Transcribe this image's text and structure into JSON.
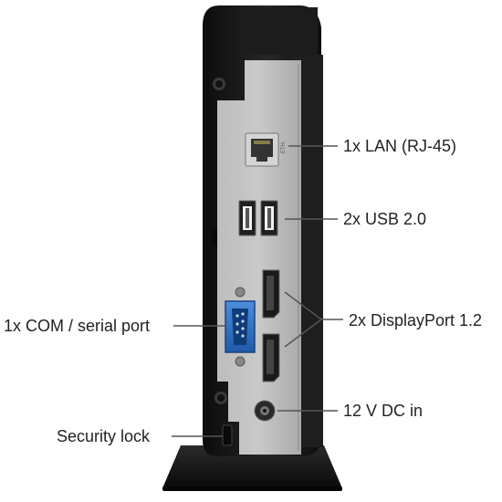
{
  "callouts": {
    "lan": "1x LAN (RJ-45)",
    "usb": "2x USB 2.0",
    "com": "1x COM / serial port",
    "displayport": "2x DisplayPort 1.2",
    "dc": "12 V DC in",
    "lock": "Security lock"
  },
  "icons": [
    "network-icon",
    "usb-icon",
    "usb-icon",
    "displayport-icon",
    "displayport-icon",
    "dc-power-icon",
    "screw-icon"
  ],
  "colors": {
    "case": "#161616",
    "panel": "#b4b4b4",
    "com_connector": "#2e6fc4",
    "text": "#222222",
    "leader_line": "#555555"
  }
}
